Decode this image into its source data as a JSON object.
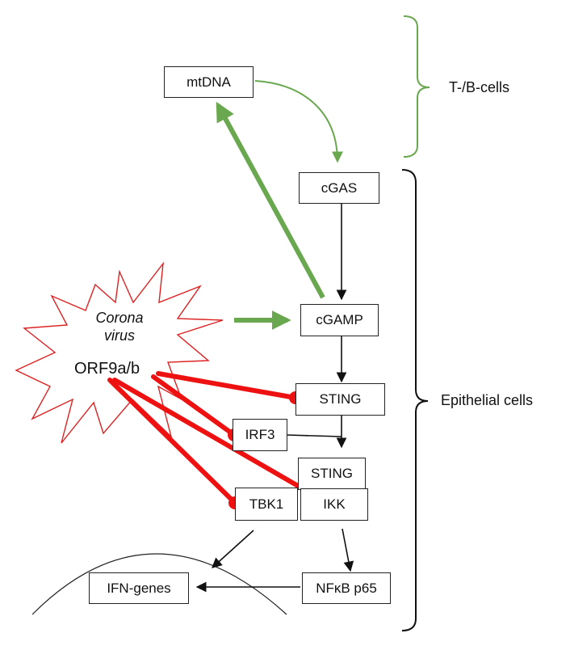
{
  "nodes": {
    "mtdna": "mtDNA",
    "cgas": "cGAS",
    "cgamp": "cGAMP",
    "sting_top": "STING",
    "irf3": "IRF3",
    "sting_bottom": "STING",
    "ikk": "IKK",
    "tbk1": "TBK1",
    "ifn_genes": "IFN-genes",
    "nfkb": "NFκB p65"
  },
  "virus": {
    "line1": "Corona",
    "line2": "virus",
    "protein": "ORF9a/b"
  },
  "brackets": {
    "top_label": "T-/B-cells",
    "bottom_label": "Epithelial cells"
  },
  "colors": {
    "green": "#6aa84f",
    "red": "#ee1111",
    "black": "#111111",
    "virus_outline": "#dd2222"
  }
}
